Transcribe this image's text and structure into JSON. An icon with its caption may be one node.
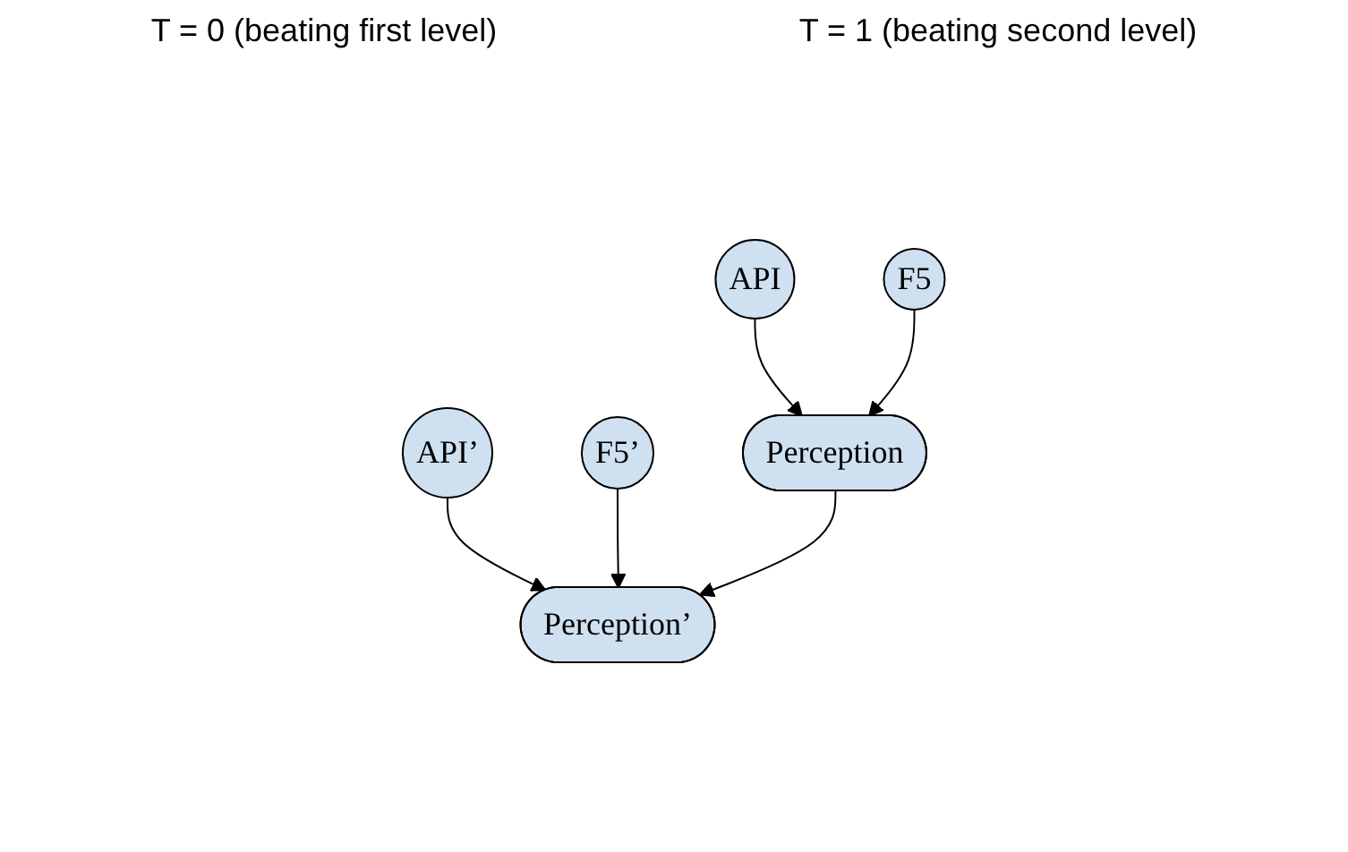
{
  "diagram": {
    "nodes": [
      {
        "text": [
          "API"
        ]
      },
      {
        "text": [
          "F5"
        ]
      },
      {
        "text": [
          "Perception"
        ]
      },
      {
        "text": [
          "API’"
        ]
      },
      {
        "text": [
          "F5’"
        ]
      },
      {
        "text": [
          "Perception’"
        ]
      }
    ],
    "edges": [
      {
        "from": 0,
        "to": 2,
        "arrow": "to"
      },
      {
        "from": 1,
        "to": 2,
        "arrow": "to"
      },
      {
        "from": 3,
        "to": 5,
        "arrow": "to"
      },
      {
        "from": 4,
        "to": 5,
        "arrow": "to"
      },
      {
        "from": 2,
        "to": 5,
        "arrow": "to"
      }
    ],
    "labels": [
      "T = 0 (beating first level)",
      "T = 1 (beating second level)"
    ]
  }
}
